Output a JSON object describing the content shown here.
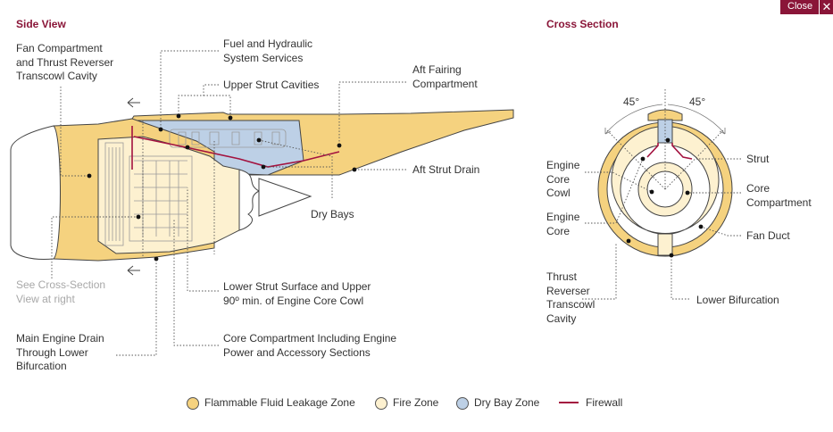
{
  "side_view": {
    "title": "Side View",
    "labels": {
      "fan_compartment": "Fan Compartment\nand Thrust Reverser\nTranscowl Cavity",
      "fuel_hydraulic": "Fuel and Hydraulic\nSystem Services",
      "upper_strut_cavities": "Upper Strut Cavities",
      "aft_fairing": "Aft Fairing\nCompartment",
      "aft_strut_drain": "Aft Strut Drain",
      "dry_bays": "Dry Bays",
      "see_cross_section": "See Cross-Section\nView at right",
      "lower_strut_surface": "Lower Strut Surface and Upper\n90º min. of Engine Core Cowl",
      "main_engine_drain": "Main Engine Drain\nThrough Lower\nBifurcation",
      "core_compartment": "Core Compartment Including Engine\nPower and Accessory Sections"
    }
  },
  "cross_section": {
    "title": "Cross Section",
    "labels": {
      "angle_left": "45°",
      "angle_right": "45°",
      "engine_core_cowl": "Engine\nCore\nCowl",
      "engine_core": "Engine\nCore",
      "thrust_reverser": "Thrust\nReverser\nTranscowl\nCavity",
      "strut": "Strut",
      "core_compartment": "Core\nCompartment",
      "fan_duct": "Fan Duct",
      "lower_bifurcation": "Lower Bifurcation"
    }
  },
  "close_button": {
    "label": "Close",
    "icon": "close-icon"
  },
  "legend": [
    {
      "label": "Flammable Fluid Leakage Zone",
      "color": "#f5d27f"
    },
    {
      "label": "Fire Zone",
      "color": "#fdf1d0"
    },
    {
      "label": "Dry Bay Zone",
      "color": "#bdd0e6"
    },
    {
      "label": "Firewall",
      "color": "#a3123f"
    }
  ],
  "colors": {
    "accent": "#8a1538",
    "leakage": "#f5d27f",
    "fire": "#fdf1d0",
    "drybay": "#bdd0e6",
    "firewall": "#a3123f"
  }
}
